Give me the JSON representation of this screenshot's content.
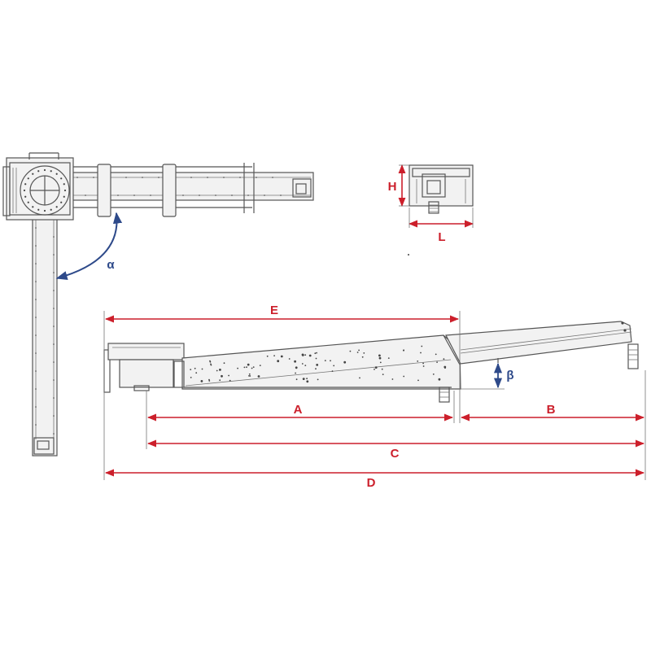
{
  "colors": {
    "dimension": "#cc1f2b",
    "angle": "#2e4a8a",
    "outline": "#555555"
  },
  "labels": {
    "alpha": "α",
    "beta": "β",
    "E": "E",
    "A": "A",
    "B": "B",
    "C": "C",
    "D": "D",
    "H": "H",
    "L": "L"
  }
}
